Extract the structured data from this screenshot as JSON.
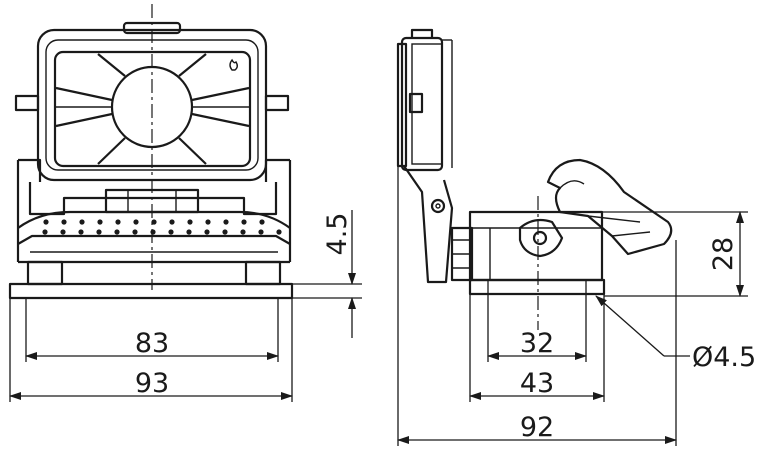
{
  "dimensions": {
    "inner_width": "83",
    "outer_width": "93",
    "plate_thickness": "4.5",
    "height": "28",
    "hole_spacing": "32",
    "base_length": "43",
    "total_length": "92",
    "hole_diameter": "Ø4.5"
  }
}
